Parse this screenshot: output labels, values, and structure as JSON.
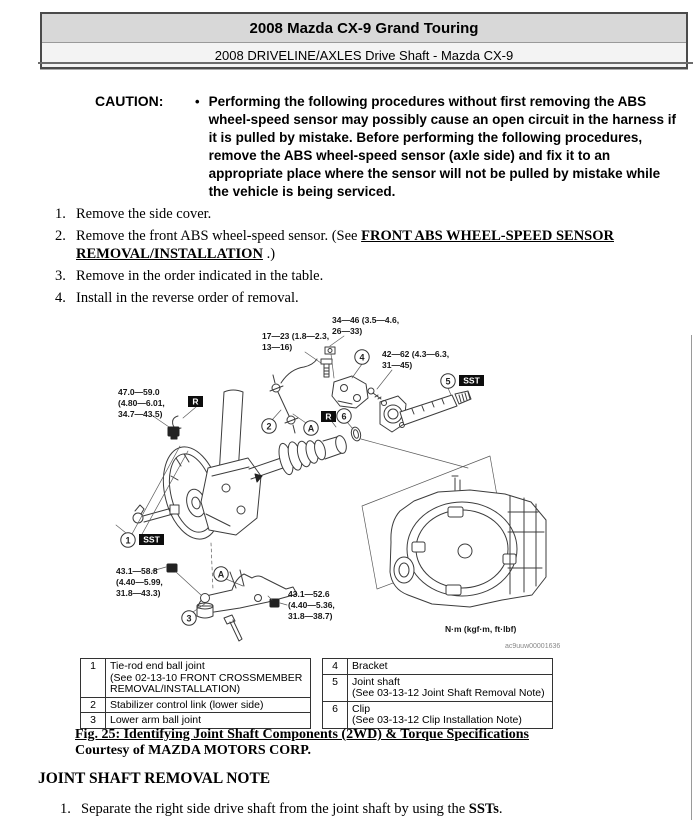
{
  "header": {
    "title": "2008 Mazda CX-9 Grand Touring",
    "subtitle": "2008 DRIVELINE/AXLES Drive Shaft - Mazda CX-9"
  },
  "caution": {
    "label": "CAUTION:",
    "bullet": "•",
    "text": "Performing the following procedures without first removing the ABS wheel-speed sensor may possibly cause an open circuit in the harness if it is pulled by mistake. Before performing the following procedures, remove the ABS wheel-speed sensor (axle side) and fix it to an appropriate place where the sensor will not be pulled by mistake while the vehicle is being serviced."
  },
  "steps": [
    {
      "num": "1.",
      "pre": "Remove the side cover.",
      "link": "",
      "post": ""
    },
    {
      "num": "2.",
      "pre": "Remove the front ABS wheel-speed sensor. (See ",
      "link": "FRONT ABS WHEEL-SPEED SENSOR REMOVAL/INSTALLATION",
      "post": " .)"
    },
    {
      "num": "3.",
      "pre": "Remove in the order indicated in the table.",
      "link": "",
      "post": ""
    },
    {
      "num": "4.",
      "pre": "Install in the reverse order of removal.",
      "link": "",
      "post": ""
    }
  ],
  "diagram": {
    "torque_labels": [
      {
        "id": "upper-nut",
        "lines": [
          "34—46 (3.5—4.6,",
          "26—33)"
        ]
      },
      {
        "id": "upper-bolt",
        "lines": [
          "17—23 (1.8—2.3,",
          "13—16)"
        ]
      },
      {
        "id": "bracket-stud",
        "lines": [
          "42—62 (4.3—6.3,",
          "31—45)"
        ]
      },
      {
        "id": "axle-locknut",
        "lines": [
          "47.0—59.0",
          "(4.80—6.01,",
          "34.7—43.5)"
        ]
      },
      {
        "id": "ball-joint-nut",
        "lines": [
          "43.1—58.8",
          "(4.40—5.99,",
          "31.8—43.3)"
        ]
      },
      {
        "id": "arm-rear-nut",
        "lines": [
          "43.1—52.6",
          "(4.40—5.36,",
          "31.8—38.7)"
        ]
      }
    ],
    "callouts": [
      {
        "label": "1"
      },
      {
        "label": "2"
      },
      {
        "label": "3"
      },
      {
        "label": "4"
      },
      {
        "label": "5"
      },
      {
        "label": "6"
      },
      {
        "label": "A"
      },
      {
        "label": "A"
      }
    ],
    "sst_label": "SST",
    "r_label": "R",
    "units_note": "N·m (kgf·m, ft·lbf)",
    "image_code": "ac9uuw00001636"
  },
  "parts_table": {
    "left_rows": [
      {
        "num": "1",
        "lines": [
          "Tie-rod end ball joint",
          "(See 02-13-10 FRONT CROSSMEMBER",
          "REMOVAL/INSTALLATION)"
        ]
      },
      {
        "num": "2",
        "lines": [
          "Stabilizer control link (lower side)"
        ]
      },
      {
        "num": "3",
        "lines": [
          "Lower arm ball joint"
        ]
      }
    ],
    "right_rows": [
      {
        "num": "4",
        "lines": [
          "Bracket"
        ]
      },
      {
        "num": "5",
        "lines": [
          "Joint shaft",
          "(See 03-13-12 Joint Shaft Removal Note)"
        ]
      },
      {
        "num": "6",
        "lines": [
          "Clip",
          "(See 03-13-12 Clip Installation Note)"
        ]
      }
    ]
  },
  "figure": {
    "caption": "Fig. 25: Identifying Joint Shaft Components (2WD) & Torque Specifications",
    "courtesy": "Courtesy of MAZDA MOTORS CORP."
  },
  "note": {
    "heading": "JOINT SHAFT REMOVAL NOTE",
    "step_num": "1.",
    "step_pre": "Separate the right side drive shaft from the joint shaft by using the ",
    "step_bold": "SSTs",
    "step_post": "."
  }
}
